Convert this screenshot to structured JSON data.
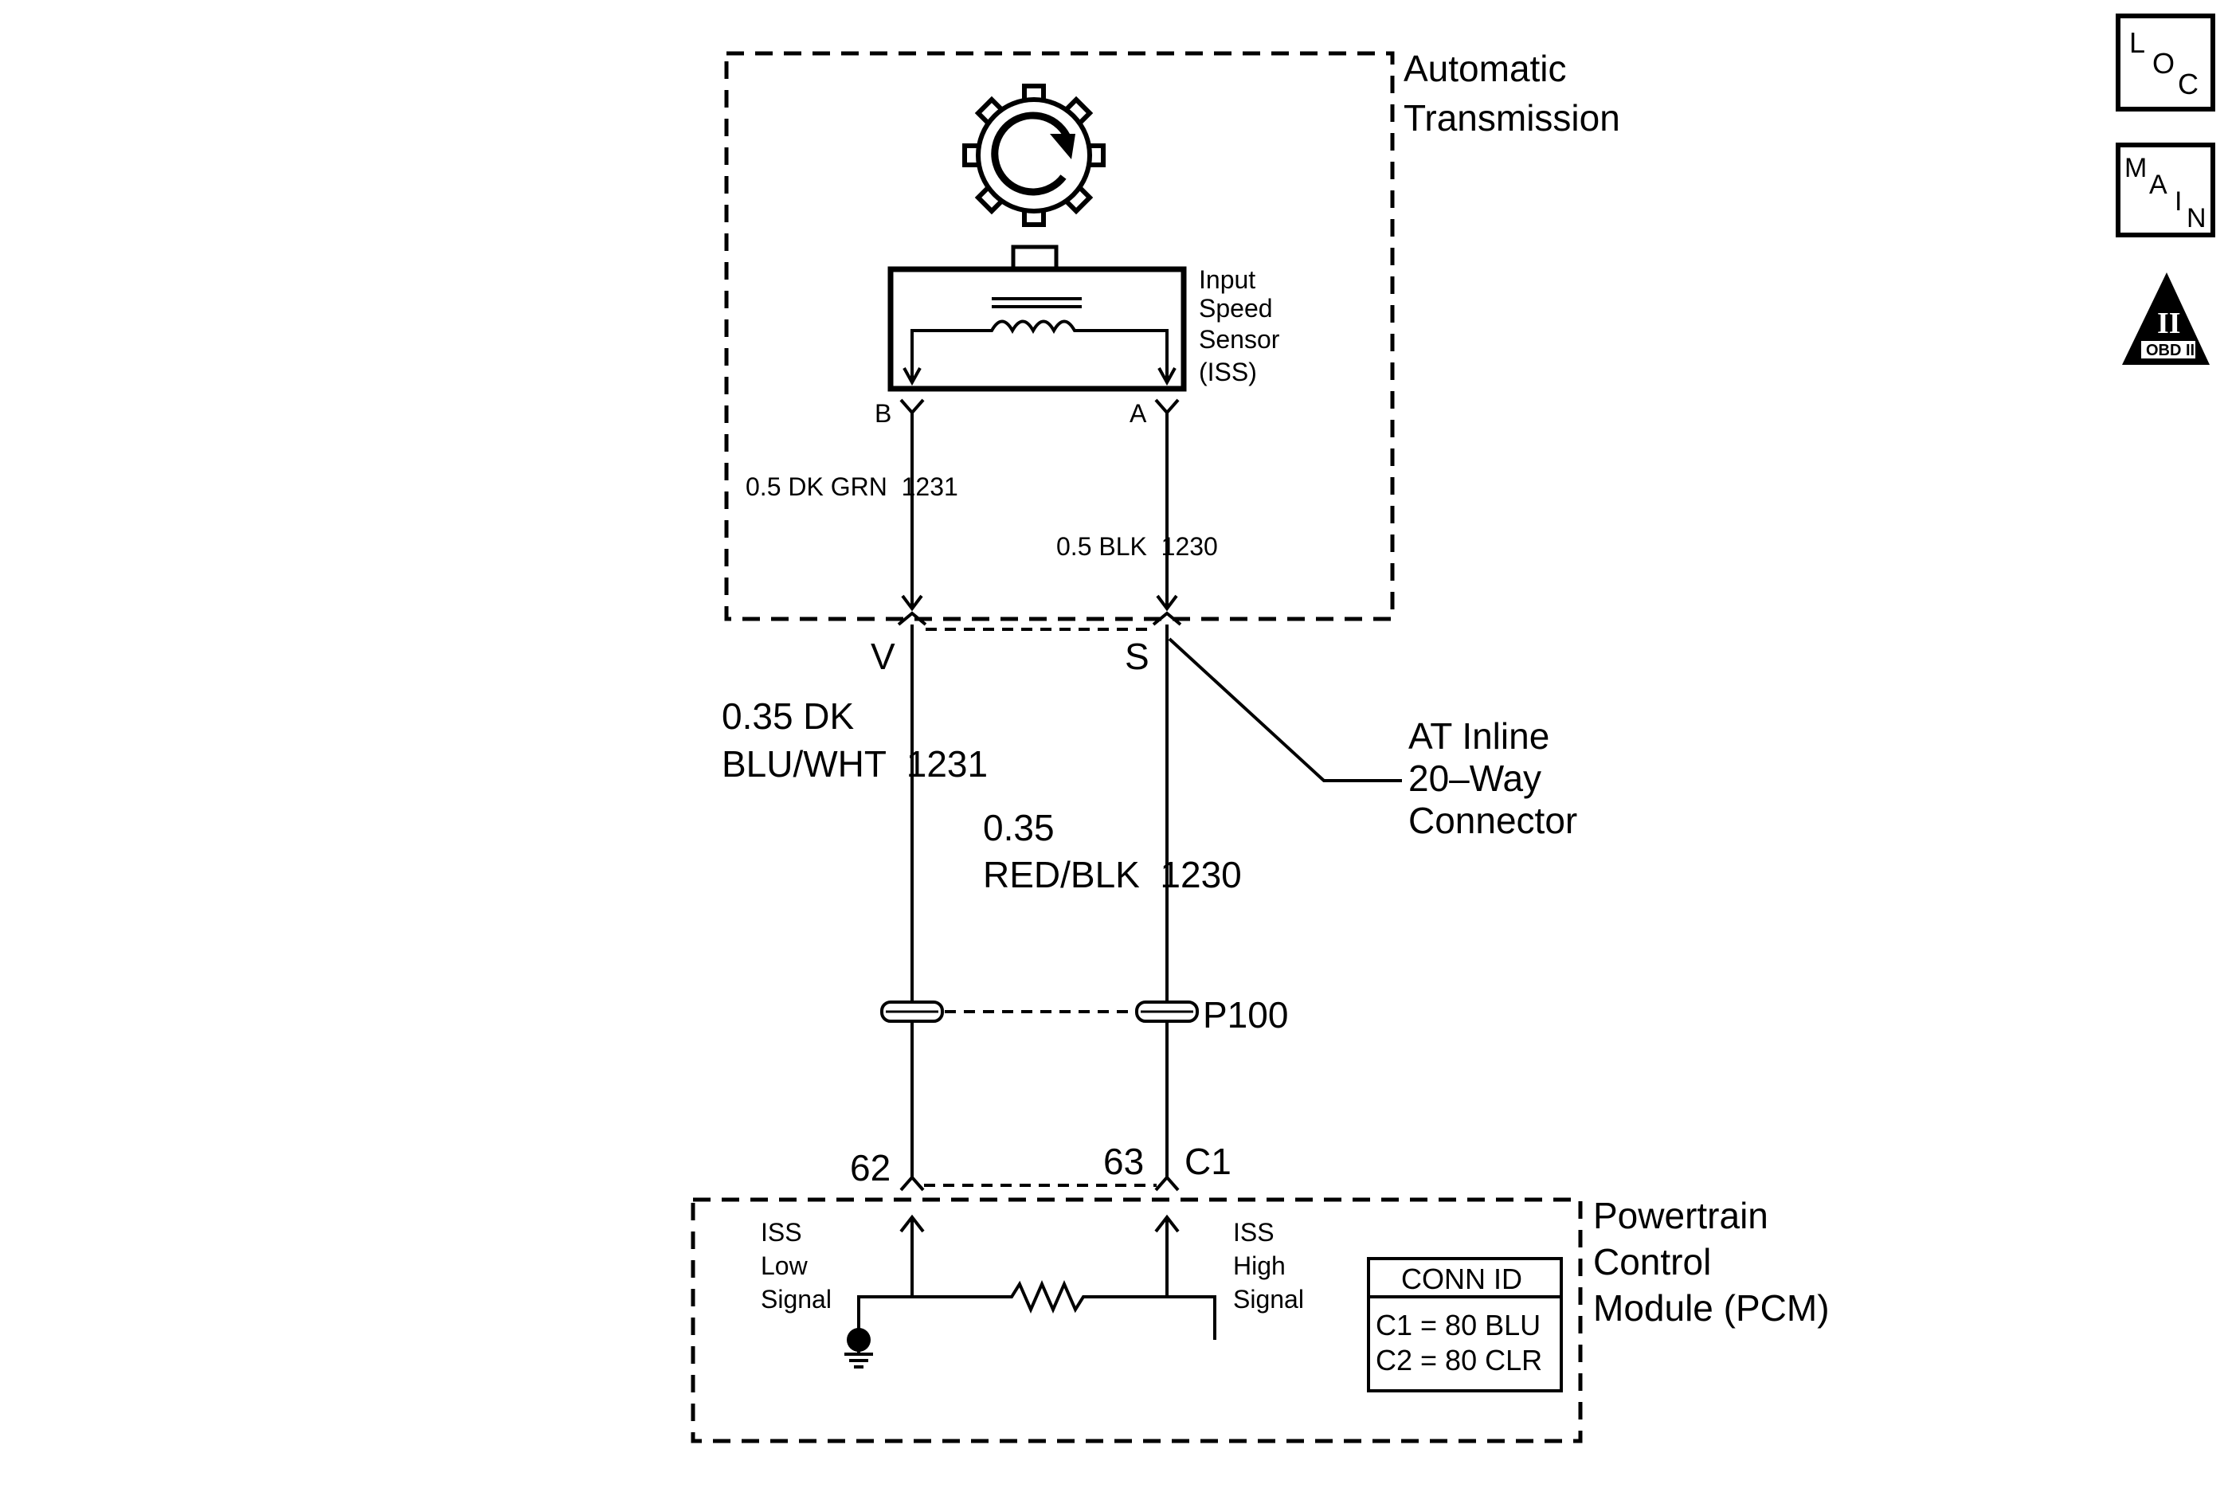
{
  "transmission": {
    "title_line1": "Automatic",
    "title_line2": "Transmission"
  },
  "sensor": {
    "name_line1": "Input",
    "name_line2": "Speed",
    "name_line3": "Sensor",
    "name_line4": "(ISS)",
    "pin_b": "B",
    "pin_a": "A"
  },
  "wires_upper": {
    "left": "0.5 DK GRN  1231",
    "right": "0.5 BLK  1230"
  },
  "inline_connector": {
    "pin_v": "V",
    "pin_s": "S",
    "name_line1": "AT Inline",
    "name_line2": "20–Way",
    "name_line3": "Connector"
  },
  "wires_lower": {
    "left_line1": "0.35 DK",
    "left_line2": "BLU/WHT  1231",
    "right_line1": "0.35",
    "right_line2": "RED/BLK  1230"
  },
  "splice": {
    "label": "P100"
  },
  "pcm_pins": {
    "pin_62": "62",
    "pin_63": "63",
    "connector": "C1"
  },
  "pcm": {
    "title_line1": "Powertrain",
    "title_line2": "Control",
    "title_line3": "Module (PCM)",
    "low_line1": "ISS",
    "low_line2": "Low",
    "low_line3": "Signal",
    "high_line1": "ISS",
    "high_line2": "High",
    "high_line3": "Signal"
  },
  "conn_id": {
    "header": "CONN ID",
    "row1": "C1 = 80 BLU",
    "row2": "C2 = 80 CLR"
  },
  "side_icons": {
    "loc_l": "L",
    "loc_o": "O",
    "loc_c": "C",
    "main_m": "M",
    "main_a": "A",
    "main_i": "I",
    "main_n": "N",
    "obd_numeral": "II",
    "obd_text": "OBD II"
  }
}
